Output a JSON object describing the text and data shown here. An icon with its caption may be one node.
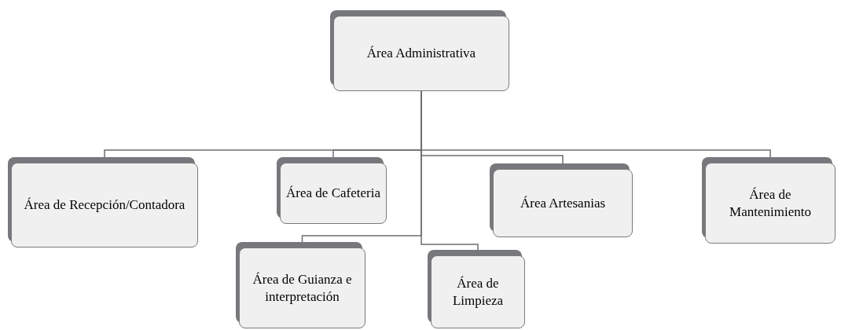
{
  "diagram": {
    "nodes": [
      {
        "text": [
          "Área Administrativa"
        ]
      },
      {
        "text": [
          "Área de Recepción/Contadora"
        ]
      },
      {
        "text": [
          "Área de Cafeteria"
        ]
      },
      {
        "text": [
          "Área Artesanias"
        ]
      },
      {
        "text": [
          "Área de Mantenimiento"
        ]
      },
      {
        "text": [
          "Área de Guianza e interpretación"
        ]
      },
      {
        "text": [
          "Área de Limpieza"
        ]
      }
    ],
    "edges": [
      {
        "from": 0,
        "to": 1,
        "arrow": "none"
      },
      {
        "from": 0,
        "to": 2,
        "arrow": "none"
      },
      {
        "from": 0,
        "to": 3,
        "arrow": "none"
      },
      {
        "from": 0,
        "to": 4,
        "arrow": "none"
      },
      {
        "from": 0,
        "to": 5,
        "arrow": "none"
      },
      {
        "from": 0,
        "to": 6,
        "arrow": "none"
      }
    ]
  }
}
